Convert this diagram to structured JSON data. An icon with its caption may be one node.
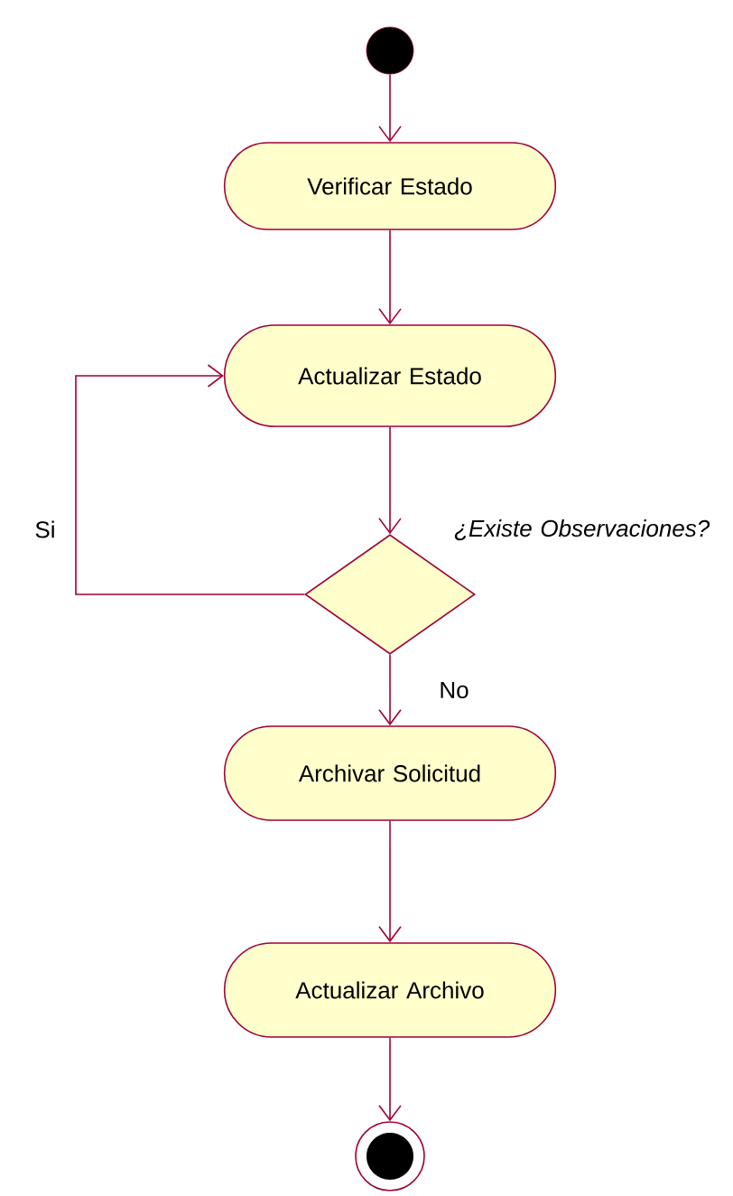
{
  "diagram": {
    "nodes": [
      {
        "text": [],
        "shape": "circle"
      },
      {
        "text": [
          "Verificar Estado"
        ]
      },
      {
        "text": [
          "Actualizar Estado"
        ]
      },
      {
        "text": [],
        "shape": "diamond",
        "beside": [
          "¿Existe Observaciones?"
        ]
      },
      {
        "text": [
          "Archivar Solicitud"
        ]
      },
      {
        "text": [
          "Actualizar Archivo"
        ]
      },
      {
        "text": [],
        "shape": "bullseye"
      }
    ],
    "edges": [
      {
        "from": 0,
        "to": 1,
        "arrow": "to"
      },
      {
        "from": 1,
        "to": 2,
        "arrow": "to"
      },
      {
        "from": 2,
        "to": 3,
        "arrow": "to"
      },
      {
        "from": 3,
        "to": 2,
        "arrow": "to",
        "label": "Si"
      },
      {
        "from": 3,
        "to": 4,
        "arrow": "to",
        "label": "No"
      },
      {
        "from": 4,
        "to": 5,
        "arrow": "to"
      },
      {
        "from": 5,
        "to": 6,
        "arrow": "to"
      }
    ]
  }
}
